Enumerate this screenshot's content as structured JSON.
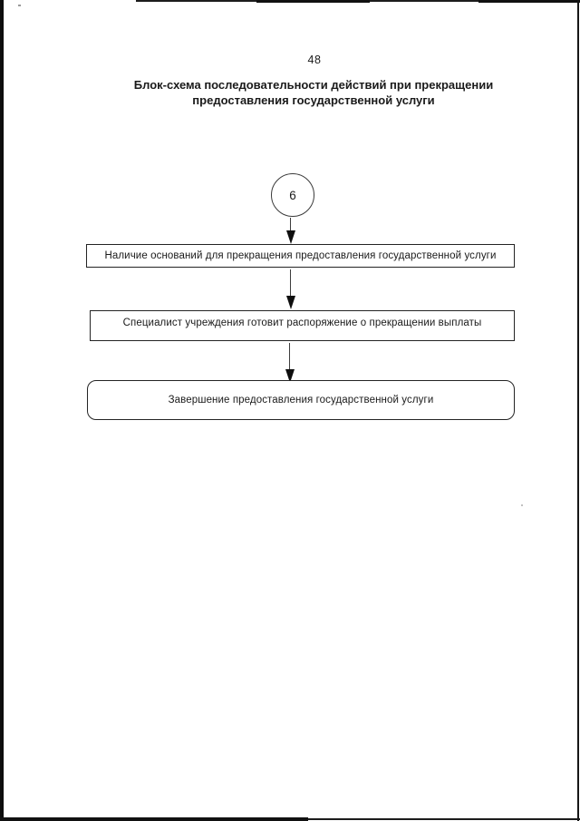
{
  "page": {
    "number": "48",
    "title_line1": "Блок-схема последовательности действий при прекращении",
    "title_line2": "предоставления государственной услуги"
  },
  "flowchart": {
    "connector": {
      "label": "6",
      "shape": "circle"
    },
    "steps": [
      {
        "text": "Наличие оснований для прекращения предоставления государственной услуги",
        "shape": "rectangle"
      },
      {
        "text": "Специалист учреждения готовит распоряжение о прекращении выплаты",
        "shape": "rectangle"
      },
      {
        "text": "Завершение предоставления государственной услуги",
        "shape": "rounded-rectangle"
      }
    ]
  },
  "colors": {
    "ink": "#1a1a1a",
    "box_border": "#242424",
    "scan_edge": "#0d0d0d",
    "background": "#ffffff"
  }
}
